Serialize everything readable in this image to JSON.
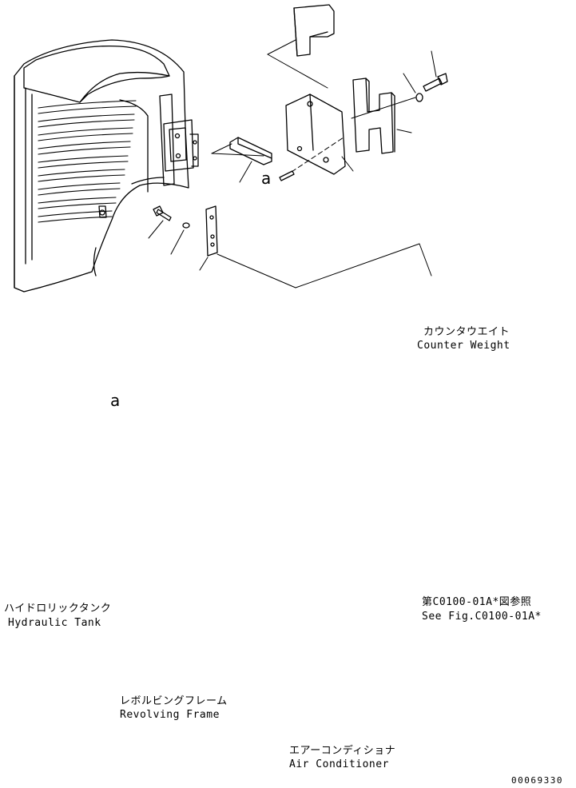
{
  "labels": {
    "counter_weight": {
      "jp": "カウンタウエイト",
      "en": "Counter Weight"
    },
    "hydraulic_tank": {
      "jp": "ハイドロリックタンク",
      "en": "Hydraulic Tank"
    },
    "see_fig": {
      "jp": "第C0100-01A*図参照",
      "en": "See Fig.C0100-01A*"
    },
    "revolving_frame": {
      "jp": "レボルビングフレーム",
      "en": "Revolving Frame"
    },
    "air_conditioner": {
      "jp": "エアーコンディショナ",
      "en": "Air Conditioner"
    }
  },
  "callouts": {
    "a_upper": "a",
    "a_lower": "a"
  },
  "document_number": "00069330"
}
